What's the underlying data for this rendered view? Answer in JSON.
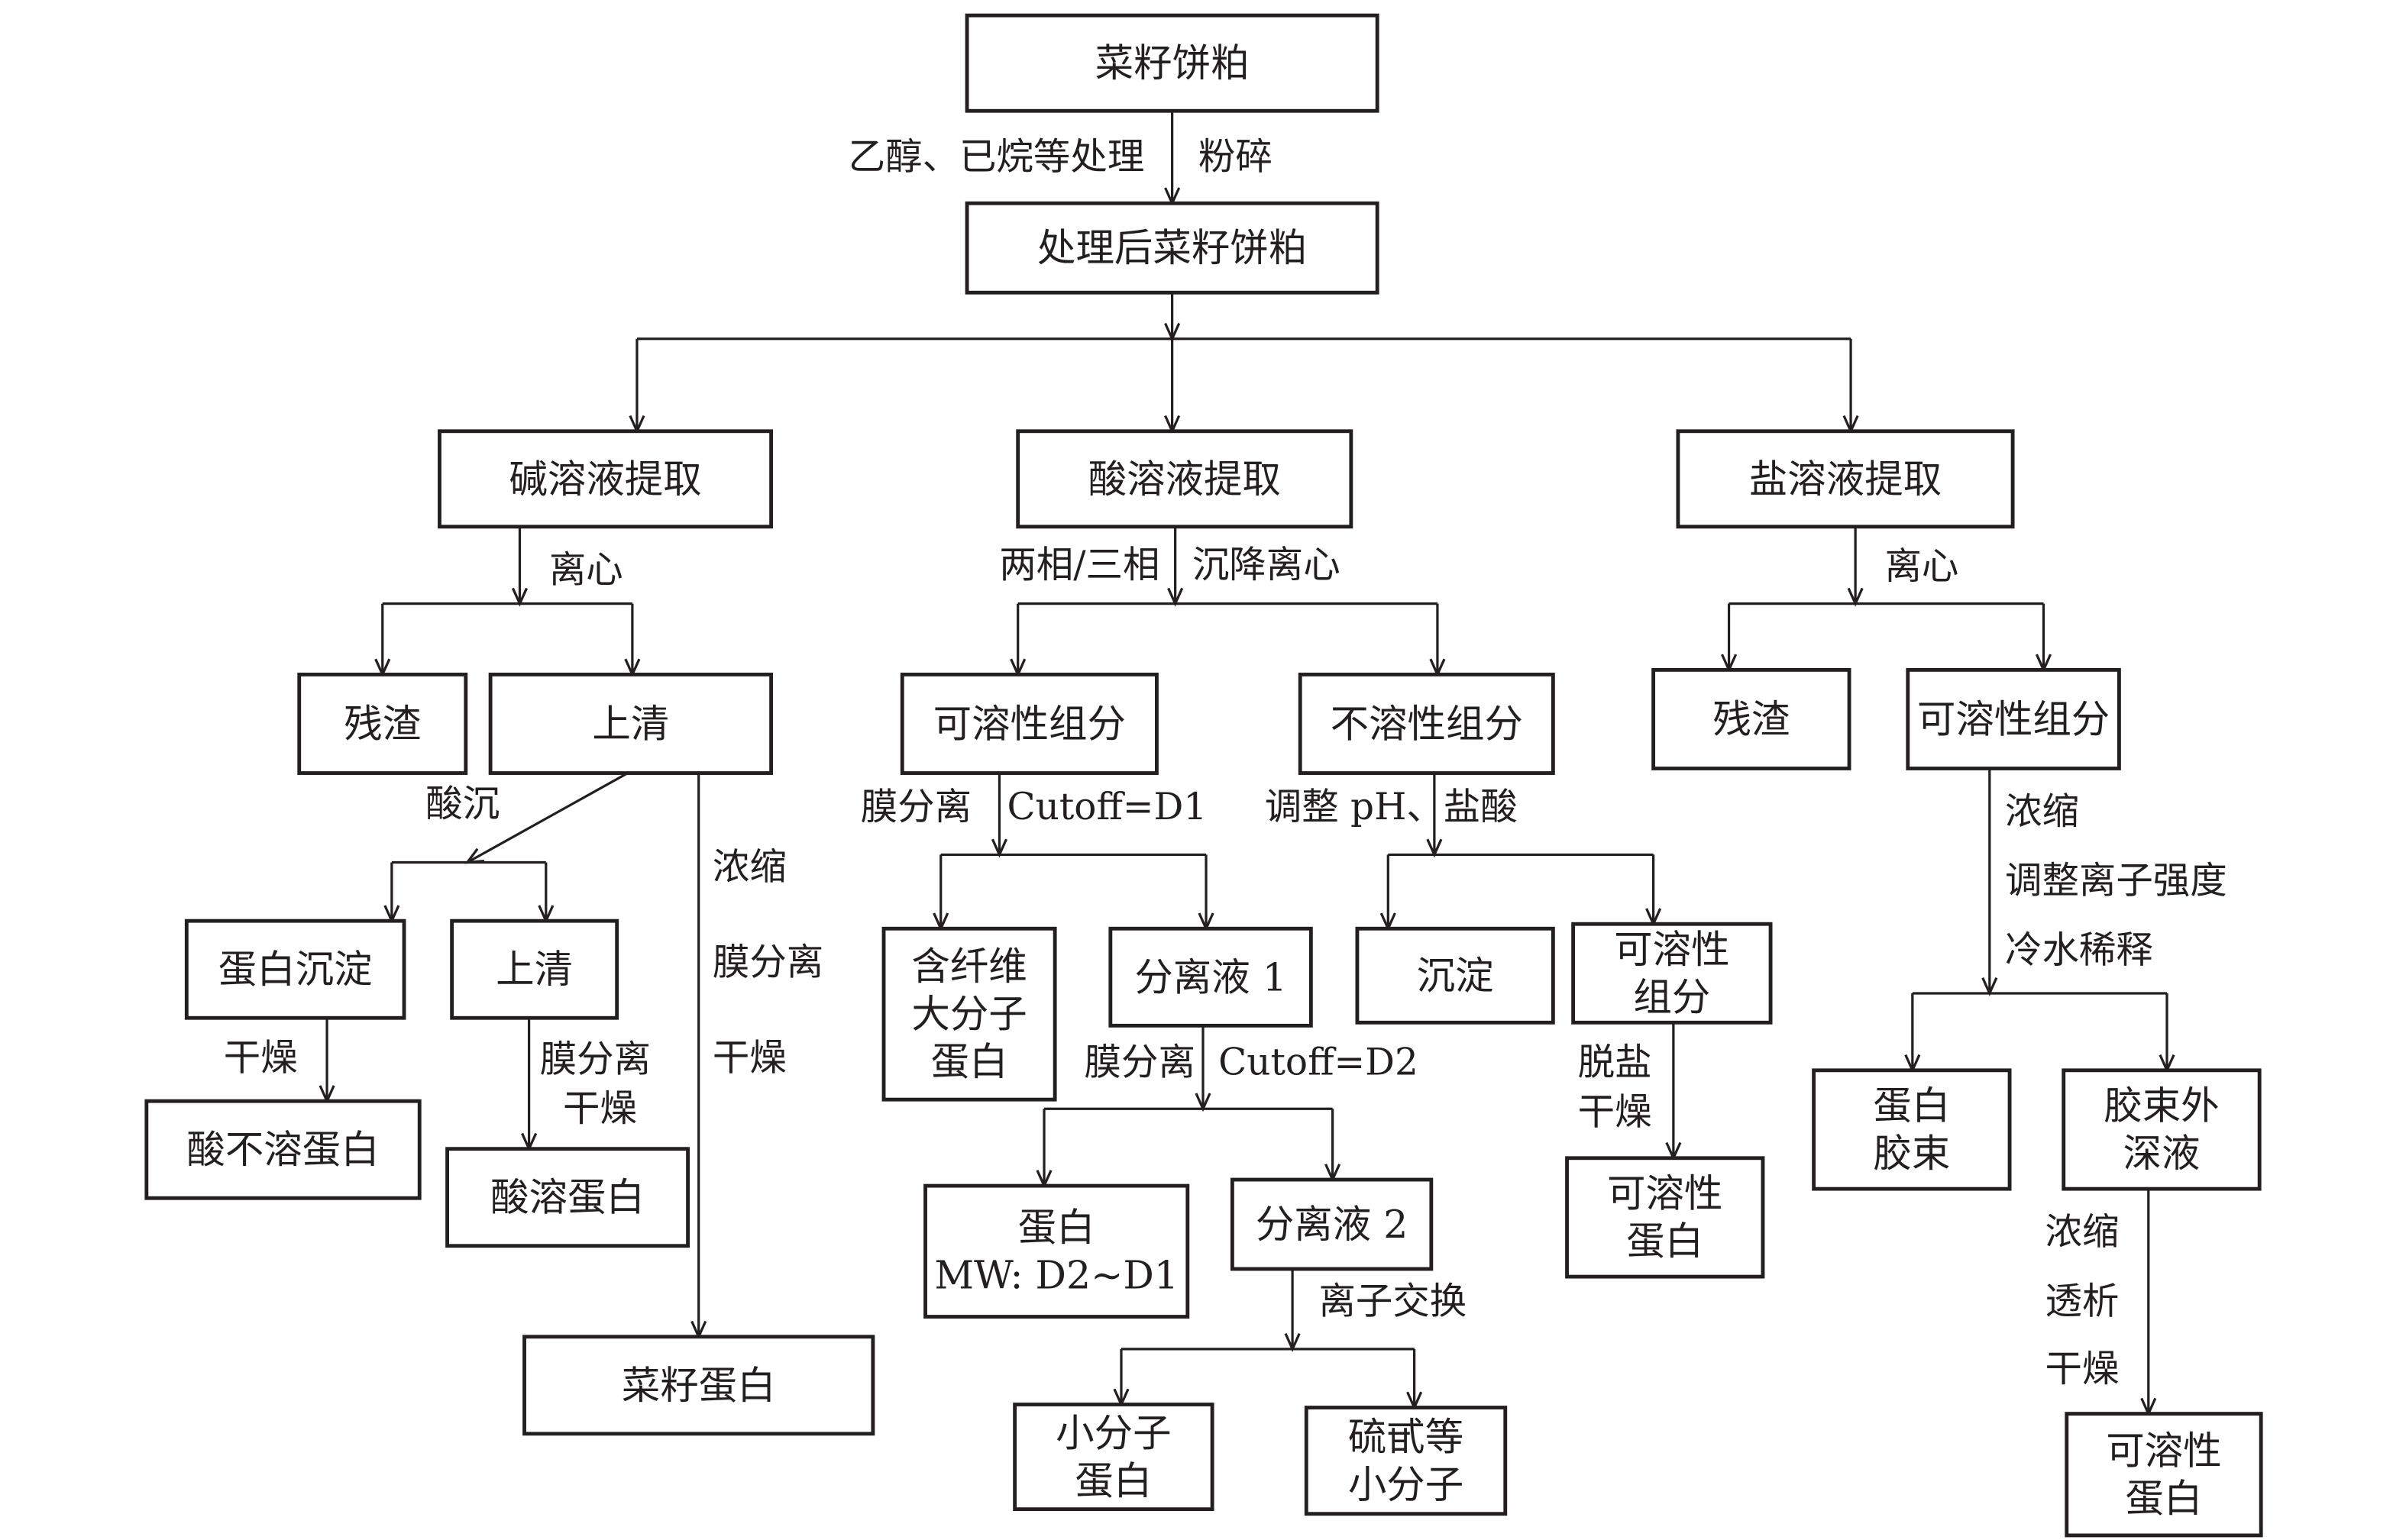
{
  "diagram": {
    "type": "flowchart",
    "title": "菜籽饼粕蛋白提取工艺流程",
    "line_color": "#231f20",
    "background": "#ffffff",
    "nodes": [
      {
        "id": "raw",
        "lines": [
          "菜籽饼粕"
        ]
      },
      {
        "id": "treated",
        "lines": [
          "处理后菜籽饼粕"
        ]
      },
      {
        "id": "alkali",
        "lines": [
          "碱溶液提取"
        ]
      },
      {
        "id": "acid",
        "lines": [
          "酸溶液提取"
        ]
      },
      {
        "id": "salt",
        "lines": [
          "盐溶液提取"
        ]
      },
      {
        "id": "alk_residue",
        "lines": [
          "残渣"
        ]
      },
      {
        "id": "alk_super",
        "lines": [
          "上清"
        ]
      },
      {
        "id": "prot_precip",
        "lines": [
          "蛋白沉淀"
        ]
      },
      {
        "id": "alk_super2",
        "lines": [
          "上清"
        ]
      },
      {
        "id": "acid_insol_prot",
        "lines": [
          "酸不溶蛋白"
        ]
      },
      {
        "id": "acid_sol_prot",
        "lines": [
          "酸溶蛋白"
        ]
      },
      {
        "id": "rapeseed_prot",
        "lines": [
          "菜籽蛋白"
        ]
      },
      {
        "id": "acid_soluble",
        "lines": [
          "可溶性组分"
        ]
      },
      {
        "id": "acid_insoluble",
        "lines": [
          "不溶性组分"
        ]
      },
      {
        "id": "fiber_macro",
        "lines": [
          "含纤维",
          "大分子",
          "蛋白"
        ]
      },
      {
        "id": "permeate1",
        "lines": [
          "分离液 1"
        ]
      },
      {
        "id": "prot_mw",
        "lines": [
          "蛋白",
          "MW: D2~D1"
        ]
      },
      {
        "id": "permeate2",
        "lines": [
          "分离液 2"
        ]
      },
      {
        "id": "small_prot",
        "lines": [
          "小分子",
          "蛋白"
        ]
      },
      {
        "id": "gluco_small",
        "lines": [
          "硫甙等",
          "小分子"
        ]
      },
      {
        "id": "precipitate",
        "lines": [
          "沉淀"
        ]
      },
      {
        "id": "insol_soluble",
        "lines": [
          "可溶性",
          "组分"
        ]
      },
      {
        "id": "insol_sol_prot",
        "lines": [
          "可溶性",
          "蛋白"
        ]
      },
      {
        "id": "salt_residue",
        "lines": [
          "残渣"
        ]
      },
      {
        "id": "salt_soluble",
        "lines": [
          "可溶性组分"
        ]
      },
      {
        "id": "micelle",
        "lines": [
          "蛋白",
          "胶束"
        ]
      },
      {
        "id": "outside_micelle",
        "lines": [
          "胶束外",
          "深液"
        ]
      },
      {
        "id": "salt_sol_prot",
        "lines": [
          "可溶性",
          "蛋白"
        ]
      }
    ],
    "edge_labels": [
      {
        "id": "pretreat",
        "text": "乙醇、已烷等处理"
      },
      {
        "id": "crush",
        "text": "粉碎"
      },
      {
        "id": "alk_centrifuge",
        "text": "离心"
      },
      {
        "id": "acid_precip",
        "text": "酸沉"
      },
      {
        "id": "dry_precip",
        "text": "干燥"
      },
      {
        "id": "memsep_super",
        "text": "膜分离"
      },
      {
        "id": "dry_super",
        "text": "干燥"
      },
      {
        "id": "concentrate_long",
        "text": "浓缩"
      },
      {
        "id": "memsep_long",
        "text": "膜分离"
      },
      {
        "id": "dry_long",
        "text": "干燥"
      },
      {
        "id": "phase",
        "text": "两相/三相"
      },
      {
        "id": "sediment_centrifuge",
        "text": "沉降离心"
      },
      {
        "id": "memsep1",
        "text": "膜分离"
      },
      {
        "id": "cutoff1",
        "text": "Cutoff=D1"
      },
      {
        "id": "memsep2",
        "text": "膜分离"
      },
      {
        "id": "cutoff2",
        "text": "Cutoff=D2"
      },
      {
        "id": "ion_exchange",
        "text": "离子交换"
      },
      {
        "id": "adjust_ph",
        "text": "调整 pH、盐酸"
      },
      {
        "id": "desalt",
        "text": "脱盐"
      },
      {
        "id": "dry_desalt",
        "text": "干燥"
      },
      {
        "id": "salt_centrifuge",
        "text": "离心"
      },
      {
        "id": "salt_concentrate",
        "text": "浓缩"
      },
      {
        "id": "ionic_strength",
        "text": "调整离子强度"
      },
      {
        "id": "cold_dilute",
        "text": "冷水稀释"
      },
      {
        "id": "om_concentrate",
        "text": "浓缩"
      },
      {
        "id": "dialysis",
        "text": "透析"
      },
      {
        "id": "om_dry",
        "text": "干燥"
      }
    ],
    "edges": [
      {
        "from": "raw",
        "to": "treated"
      },
      {
        "from": "treated",
        "to": "alkali"
      },
      {
        "from": "treated",
        "to": "acid"
      },
      {
        "from": "treated",
        "to": "salt"
      },
      {
        "from": "alkali",
        "to": "alk_residue"
      },
      {
        "from": "alkali",
        "to": "alk_super"
      },
      {
        "from": "alk_super",
        "to": "prot_precip"
      },
      {
        "from": "alk_super",
        "to": "alk_super2"
      },
      {
        "from": "prot_precip",
        "to": "acid_insol_prot"
      },
      {
        "from": "alk_super2",
        "to": "acid_sol_prot"
      },
      {
        "from": "alk_super",
        "to": "rapeseed_prot"
      },
      {
        "from": "acid",
        "to": "acid_soluble"
      },
      {
        "from": "acid",
        "to": "acid_insoluble"
      },
      {
        "from": "acid_soluble",
        "to": "fiber_macro"
      },
      {
        "from": "acid_soluble",
        "to": "permeate1"
      },
      {
        "from": "permeate1",
        "to": "prot_mw"
      },
      {
        "from": "permeate1",
        "to": "permeate2"
      },
      {
        "from": "permeate2",
        "to": "small_prot"
      },
      {
        "from": "permeate2",
        "to": "gluco_small"
      },
      {
        "from": "acid_insoluble",
        "to": "precipitate"
      },
      {
        "from": "acid_insoluble",
        "to": "insol_soluble"
      },
      {
        "from": "insol_soluble",
        "to": "insol_sol_prot"
      },
      {
        "from": "salt",
        "to": "salt_residue"
      },
      {
        "from": "salt",
        "to": "salt_soluble"
      },
      {
        "from": "salt_soluble",
        "to": "micelle"
      },
      {
        "from": "salt_soluble",
        "to": "outside_micelle"
      },
      {
        "from": "outside_micelle",
        "to": "salt_sol_prot"
      }
    ]
  }
}
